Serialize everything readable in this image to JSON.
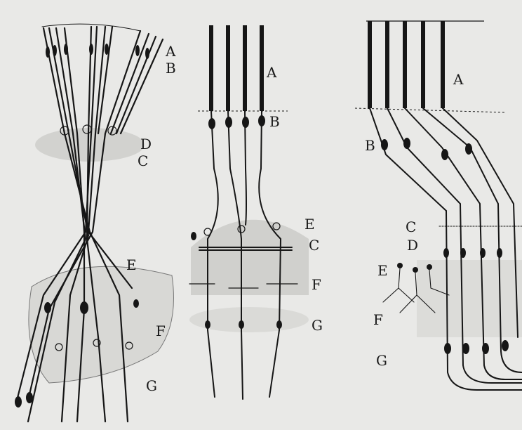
{
  "panels": [
    {
      "id": "left",
      "labels": [
        "A",
        "B",
        "C",
        "D",
        "E",
        "F",
        "G"
      ]
    },
    {
      "id": "middle",
      "labels": [
        "A",
        "B",
        "E",
        "C",
        "F",
        "G"
      ]
    },
    {
      "id": "right",
      "labels": [
        "A",
        "B",
        "C",
        "D",
        "E",
        "F",
        "G"
      ]
    }
  ],
  "colors": {
    "background": "#e9e9e7",
    "ink": "#161616",
    "tissue": "#c9c9c6"
  }
}
